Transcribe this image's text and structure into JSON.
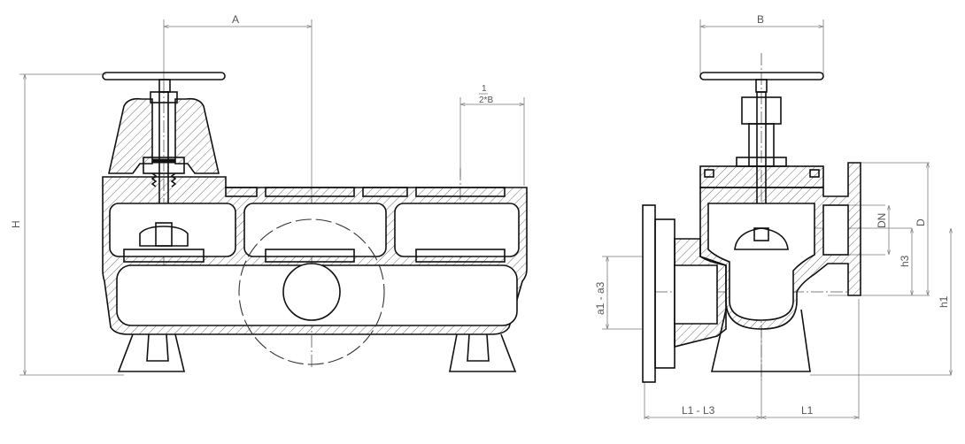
{
  "dimensions": {
    "a": "A",
    "b_front": "½*B",
    "b_side": "B",
    "h": "H",
    "dn": "DN",
    "d": "D",
    "h3": "h3",
    "h1": "h1",
    "a_range": "a1 - a3",
    "l_range": "L1 - L3",
    "l1": "L1"
  },
  "fraction": {
    "num": "1",
    "den": "2*B"
  },
  "colors": {
    "line": "#111111",
    "dim": "#7a7a7a"
  }
}
